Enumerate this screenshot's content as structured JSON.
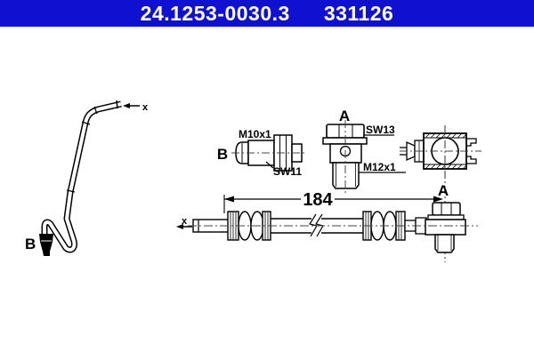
{
  "header": {
    "part_number": "24.1253-0030.3",
    "catalog_number": "331126",
    "bg_color": "#1010d0",
    "text_color": "#ffffff"
  },
  "diagram": {
    "line_color": "#000000",
    "centerline_color": "#444444",
    "labels": {
      "pipe_end_marker_top": "x",
      "hose_end_marker_bottom": "x",
      "pipe_fitting_callout": "B",
      "detail_b_label": "B",
      "detail_b_thread": "M10x1",
      "detail_b_wrench": "SW11",
      "detail_a_label": "A",
      "detail_a_wrench": "SW13",
      "detail_a_thread": "M12x1",
      "hose_banjo_callout": "A",
      "hose_length_dim": "184"
    }
  }
}
